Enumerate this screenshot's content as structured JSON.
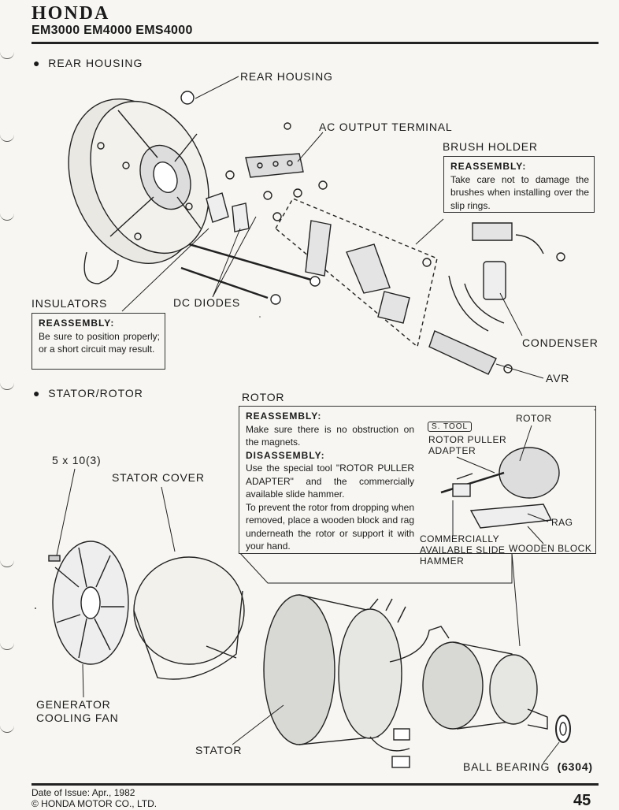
{
  "header": {
    "brand": "HONDA",
    "models": "EM3000 EM4000 EMS4000"
  },
  "section_rear": {
    "title": "REAR HOUSING",
    "labels": {
      "rear_housing": "REAR HOUSING",
      "ac_output_terminal": "AC OUTPUT TERMINAL",
      "brush_holder": "BRUSH HOLDER",
      "insulators": "INSULATORS",
      "dc_diodes": "DC DIODES",
      "condenser": "CONDENSER",
      "avr": "AVR"
    },
    "brush_note": {
      "heading": "REASSEMBLY:",
      "text": "Take care not to damage the brushes when installing over the slip rings."
    },
    "insulator_note": {
      "heading": "REASSEMBLY:",
      "text": "Be sure to position properly; or a short circuit may result."
    }
  },
  "section_stator": {
    "title": "STATOR/ROTOR",
    "labels": {
      "rotor": "ROTOR",
      "bolt": "5 x 10(3)",
      "stator_cover": "STATOR COVER",
      "generator_cooling_fan": "GENERATOR COOLING FAN",
      "stator": "STATOR",
      "ball_bearing": "BALL BEARING",
      "ball_bearing_no": "(6304)"
    },
    "rotor_note": {
      "reassembly_heading": "REASSEMBLY:",
      "reassembly_text": "Make sure there is no obstruction on the magnets.",
      "disassembly_heading": "DISASSEMBLY:",
      "disassembly_text1": "Use the special tool \"ROTOR PULLER ADAPTER\" and the commercially available slide hammer.",
      "disassembly_text2": "To prevent the rotor from dropping when removed, place a wooden block and rag underneath the rotor or support it with your hand."
    },
    "inset": {
      "tool_badge": "S. TOOL",
      "rotor": "ROTOR",
      "rotor_puller_adapter": "ROTOR PULLER ADAPTER",
      "rag": "RAG",
      "slide_hammer": "COMMERCIALLY AVAILABLE SLIDE HAMMER",
      "wooden_block": "WOODEN BLOCK"
    }
  },
  "footer": {
    "date": "Date of Issue: Apr., 1982",
    "copyright": "© HONDA MOTOR CO., LTD.",
    "page": "45"
  }
}
